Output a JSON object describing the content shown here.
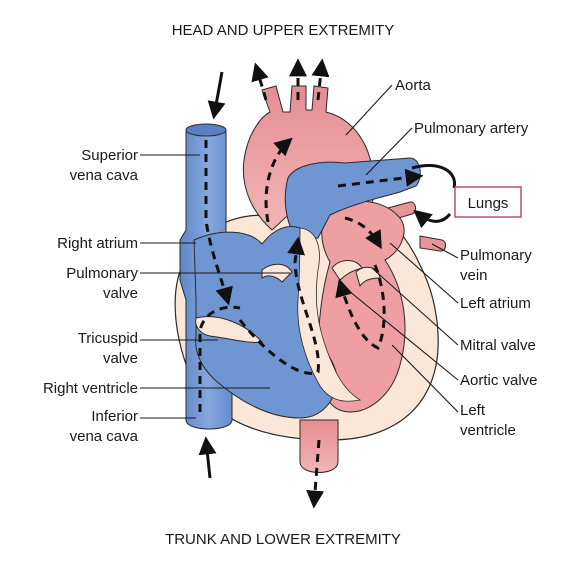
{
  "title_top": "HEAD AND UPPER EXTREMITY",
  "title_bottom": "TRUNK AND LOWER EXTREMITY",
  "labels": {
    "aorta": "Aorta",
    "pulmonary_artery": "Pulmonary artery",
    "lungs": "Lungs",
    "superior_vena_cava_1": "Superior",
    "superior_vena_cava_2": "vena cava",
    "right_atrium": "Right atrium",
    "pulmonary_valve_1": "Pulmonary",
    "pulmonary_valve_2": "valve",
    "pulmonary_vein_1": "Pulmonary",
    "pulmonary_vein_2": "vein",
    "left_atrium": "Left atrium",
    "tricuspid_valve_1": "Tricuspid",
    "tricuspid_valve_2": "valve",
    "mitral_valve": "Mitral valve",
    "right_ventricle": "Right ventricle",
    "aortic_valve": "Aortic valve",
    "inferior_vena_cava_1": "Inferior",
    "inferior_vena_cava_2": "vena cava",
    "left_ventricle_1": "Left",
    "left_ventricle_2": "ventricle"
  },
  "colors": {
    "deoxygenated_blue": "#6f95d2",
    "oxygenated_red": "#e8959a",
    "heart_wall": "#fbe7d8",
    "outline": "#2a2a2a",
    "lungs_box_border": "#c0506a"
  }
}
